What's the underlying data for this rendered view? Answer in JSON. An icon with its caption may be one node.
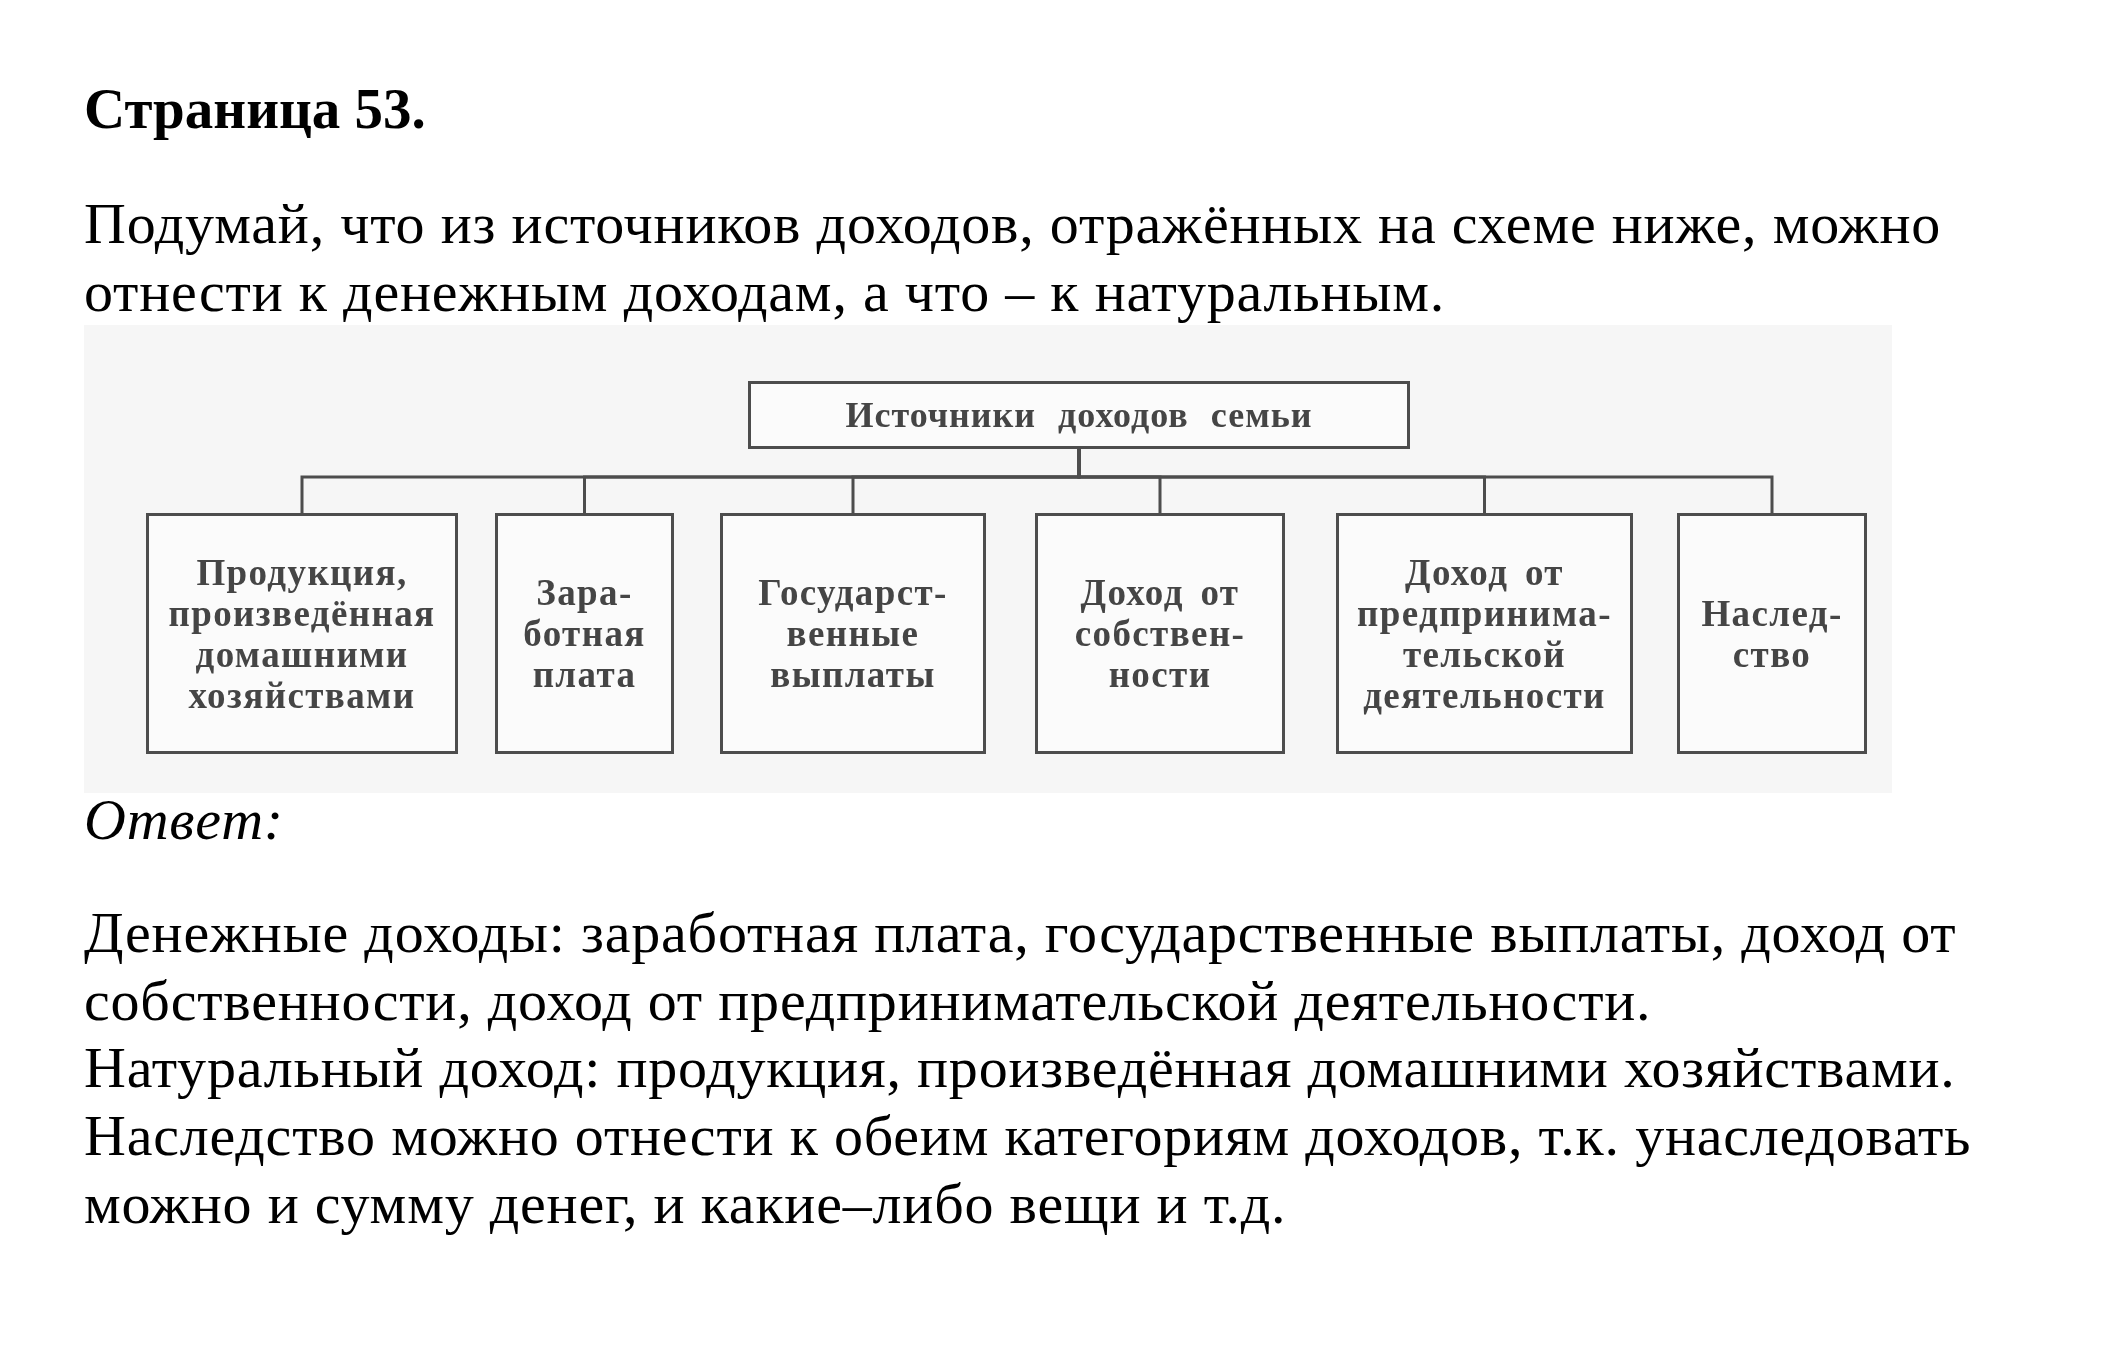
{
  "diagram": {
    "title": "Страница 53.",
    "nodes": [
      {
        "text": [
          "Источники доходов семьи"
        ]
      },
      {
        "text": [
          "Продукция, произведённая домашними хозяйствами"
        ]
      },
      {
        "text": [
          "Зара- ботная плата"
        ]
      },
      {
        "text": [
          "Государст- венные выплаты"
        ]
      },
      {
        "text": [
          "Доход от собствен- ности"
        ]
      },
      {
        "text": [
          "Доход от предпринима- тельской деятельности"
        ]
      },
      {
        "text": [
          "Наслед- ство"
        ]
      }
    ],
    "edges": [
      {
        "from": 0,
        "to": 1,
        "arrow": "none"
      },
      {
        "from": 0,
        "to": 2,
        "arrow": "none"
      },
      {
        "from": 0,
        "to": 3,
        "arrow": "none"
      },
      {
        "from": 0,
        "to": 4,
        "arrow": "none"
      },
      {
        "from": 0,
        "to": 5,
        "arrow": "none"
      },
      {
        "from": 0,
        "to": 6,
        "arrow": "none"
      }
    ],
    "labels": [
      "Подумай, что из источников доходов, отражённых на схеме ниже, можно отнести к денежным доходам, а что – к натуральным.",
      "Ответ:",
      "Денежные доходы: заработная плата, государственные выплаты, доход от собственности, доход от предпринимательской деятельности.",
      "Натуральный доход: продукция, произведённая домашними хозяйствами.",
      "Наследство можно отнести к обеим категориям доходов, т.к. унаследовать можно и сумму денег, и какие–либо вещи и т.д."
    ]
  }
}
